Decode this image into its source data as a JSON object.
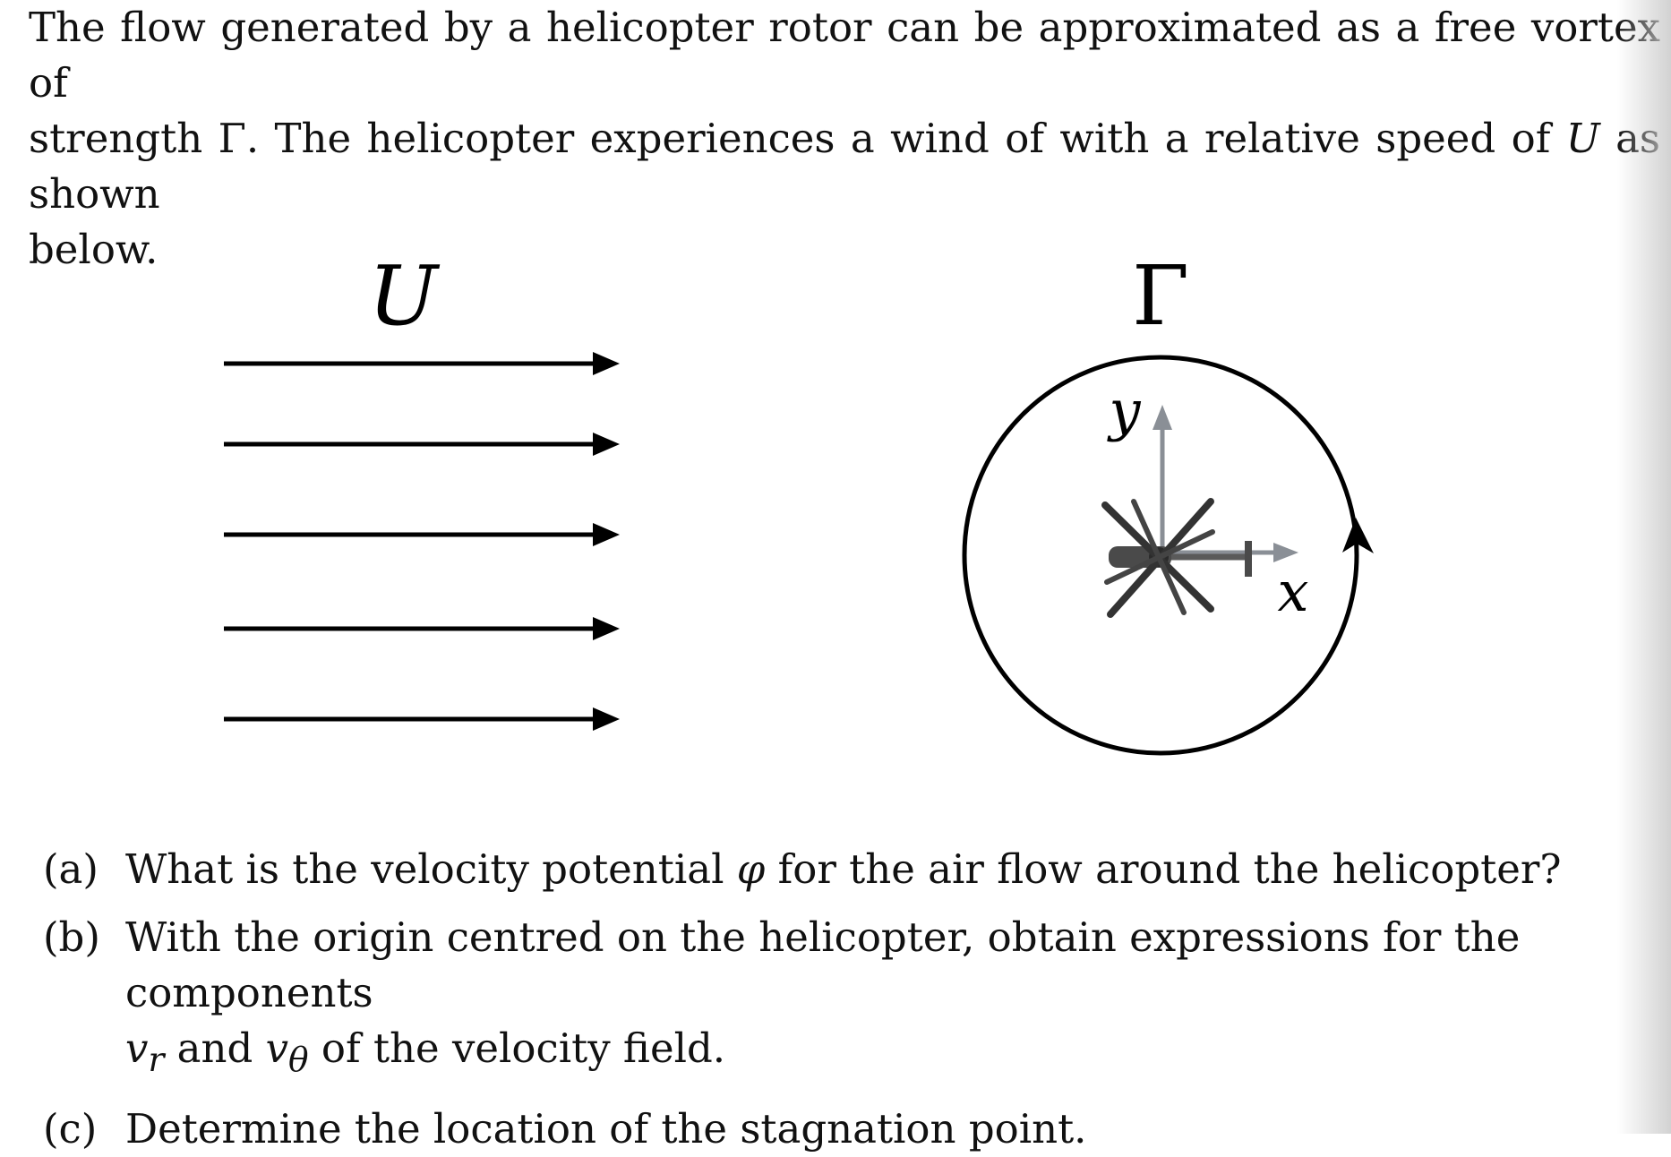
{
  "intro": {
    "line1": "The flow generated by a helicopter rotor can be approximated as a free vortex of",
    "line2_pre": "strength ",
    "gamma": "Γ",
    "line2_mid": ". The helicopter experiences a wind of with a relative speed of ",
    "U": "U",
    "line2_post": " as shown",
    "line3": "below."
  },
  "figure": {
    "wind_label": "U",
    "vortex_label": "Γ",
    "x_axis_label": "x",
    "y_axis_label": "y",
    "wind_arrow_count": 5,
    "arrow_color": "#000000",
    "axis_color": "#8a8f96",
    "helicopter_icon": "helicopter-top-view-icon"
  },
  "questions": {
    "a_label": "(a)",
    "a_pre": "What is the velocity potential ",
    "a_phi": "φ",
    "a_post": " for the air flow around the helicopter?",
    "b_label": "(b)",
    "b_line1": "With the origin centred on the helicopter, obtain expressions for the components",
    "b_vr": "v",
    "b_vr_sub": "r",
    "b_and": " and ",
    "b_vt": "v",
    "b_vt_sub": "θ",
    "b_post": " of the velocity field.",
    "c_label": "(c)",
    "c_text": "Determine the location of the stagnation point."
  }
}
